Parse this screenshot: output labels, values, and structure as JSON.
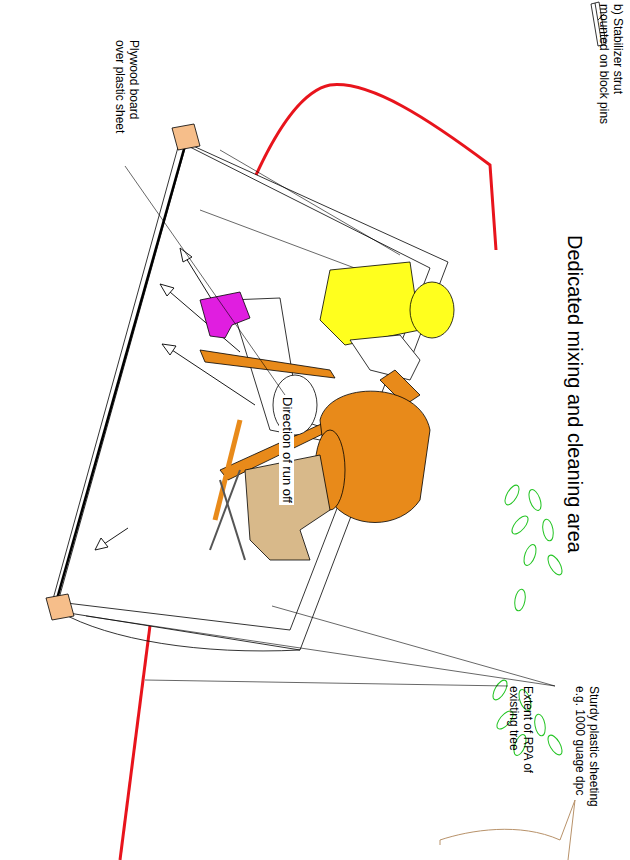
{
  "diagram": {
    "title": "Dedicated mixing and cleaning area",
    "labels": [
      "b) Stabilizer strut mounted on block pins",
      "Plywood board over plastic sheet",
      "Direction of run off",
      "Extent of RPA of existing tree",
      "Sturdy plastic sheeting e.g. 1000 guage dpc"
    ]
  }
}
